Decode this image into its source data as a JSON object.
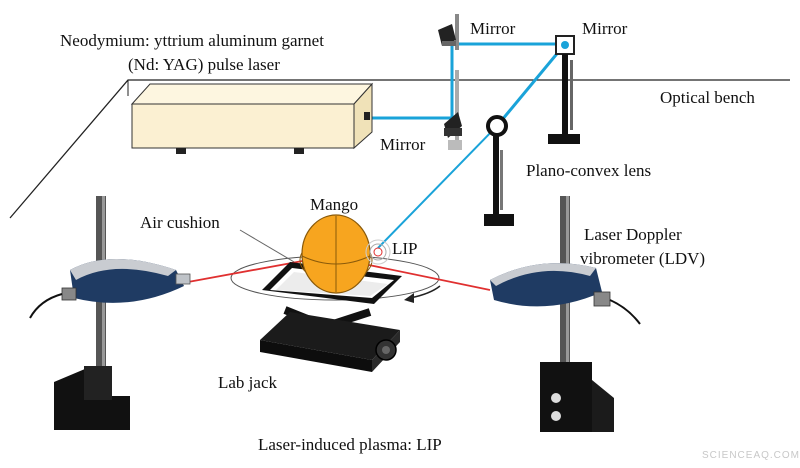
{
  "labels": {
    "laser_line1": "Neodymium: yttrium aluminum garnet",
    "laser_line2": "(Nd: YAG) pulse laser",
    "mirror_top": "Mirror",
    "mirror_right": "Mirror",
    "mirror_bottom": "Mirror",
    "optical_bench": "Optical bench",
    "lens": "Plano-convex lens",
    "mango": "Mango",
    "air_cushion": "Air cushion",
    "lip": "LIP",
    "ldv_line1": "Laser Doppler",
    "ldv_line2": "vibrometer (LDV)",
    "lab_jack": "Lab jack",
    "caption": "Laser-induced plasma: LIP"
  },
  "watermark": "SCIENCEAQ.COM",
  "colors": {
    "laser_beam": "#1aa3d9",
    "ldv_beam": "#e03030",
    "laser_body": "#fbf0d2",
    "mango": "#f7a51f",
    "ldv_body": "#1f3b63"
  }
}
